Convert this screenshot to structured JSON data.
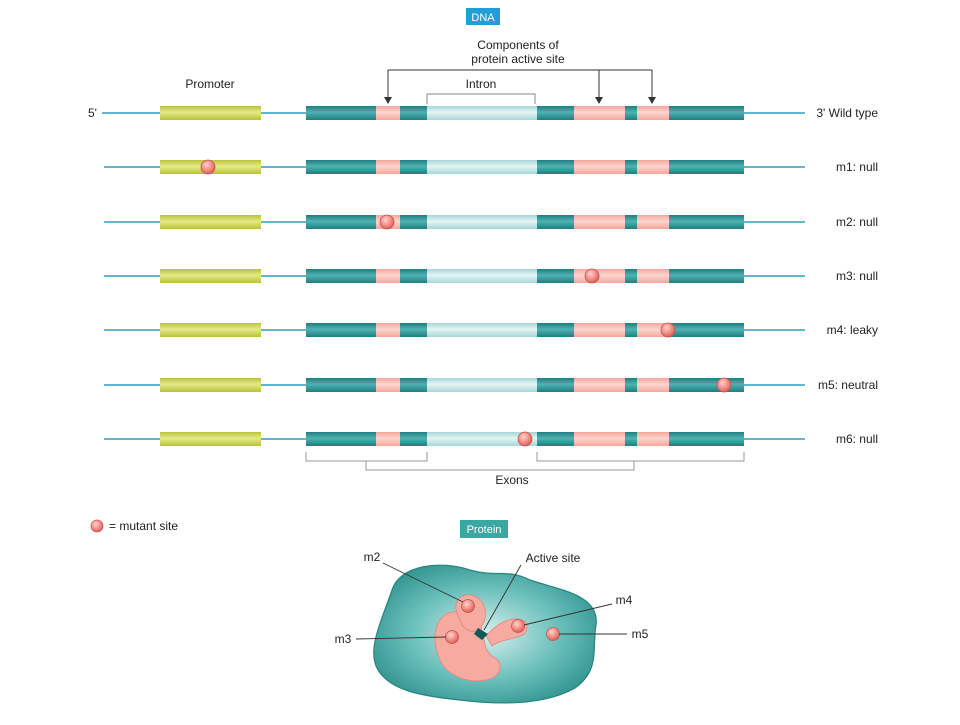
{
  "dna_badge": "DNA",
  "protein_badge": "Protein",
  "labels": {
    "components": [
      "Components of",
      "protein active site"
    ],
    "intron": "Intron",
    "promoter": "Promoter",
    "five_prime": "5'",
    "exons": "Exons",
    "legend": "= mutant site",
    "active_site": "Active site"
  },
  "rows": [
    {
      "label": "3' Wild type",
      "mutation": null
    },
    {
      "label": "m1: null",
      "mutation": "promoter"
    },
    {
      "label": "m2: null",
      "mutation": "exon1-active-site"
    },
    {
      "label": "m3: null",
      "mutation": "exon2-active-site"
    },
    {
      "label": "m4: leaky",
      "mutation": "exon3-active-site-edge"
    },
    {
      "label": "m5: neutral",
      "mutation": "exon3"
    },
    {
      "label": "m6: null",
      "mutation": "intron"
    }
  ],
  "protein_labels": [
    "m2",
    "m3",
    "m4",
    "m5"
  ],
  "colors": {
    "dna_line": "#2f9fb7",
    "promoter": "#cfd65a",
    "exon": "#2b8f8f",
    "intron": "#bfe3e3",
    "active_site": "#f6b3a8",
    "mutation": "#f08a84",
    "badge_dna": "#1fa0d8",
    "badge_protein": "#3aa7a2"
  }
}
